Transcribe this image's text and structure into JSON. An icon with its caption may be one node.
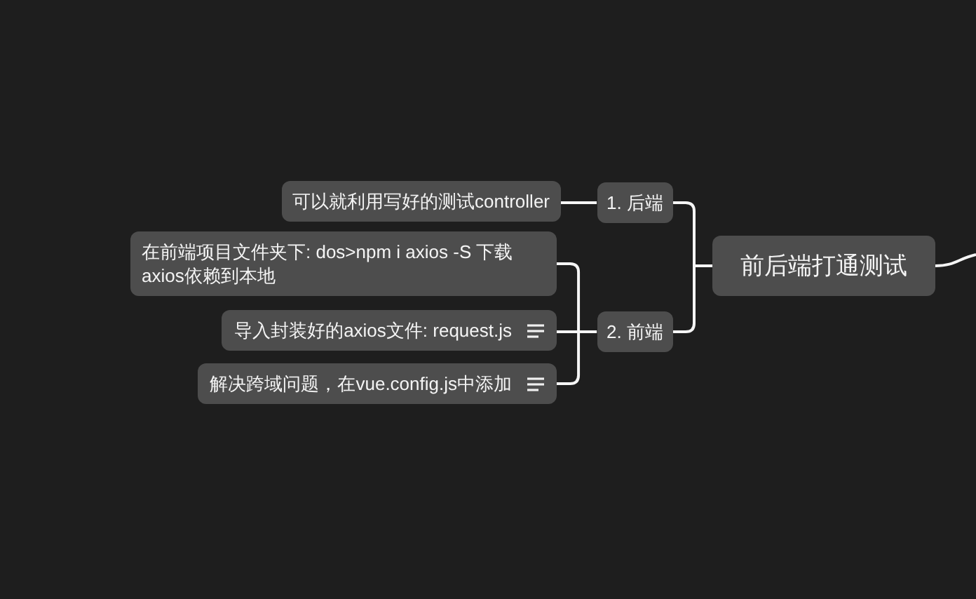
{
  "diagram": {
    "nodes": [
      {
        "text": [
          "前后端打通测试"
        ]
      },
      {
        "text": [
          "1. 后端"
        ]
      },
      {
        "text": [
          "2. 前端"
        ]
      },
      {
        "text": [
          "可以就利用写好的测试controller"
        ]
      },
      {
        "text": [
          "在前端项目文件夹下: dos>npm i axios -S 下载 axios依赖到本地"
        ]
      },
      {
        "text": [
          "导入封装好的axios文件: request.js"
        ]
      },
      {
        "text": [
          "解决跨域问题，在vue.config.js中添加"
        ]
      }
    ],
    "edges": [
      {
        "from": 0,
        "to": null,
        "arrow": "none"
      },
      {
        "from": 0,
        "to": 1,
        "arrow": "none"
      },
      {
        "from": 0,
        "to": 2,
        "arrow": "none"
      },
      {
        "from": 1,
        "to": 3,
        "arrow": "none"
      },
      {
        "from": 2,
        "to": 4,
        "arrow": "none"
      },
      {
        "from": 2,
        "to": 5,
        "arrow": "none"
      },
      {
        "from": 2,
        "to": 6,
        "arrow": "none"
      }
    ]
  }
}
